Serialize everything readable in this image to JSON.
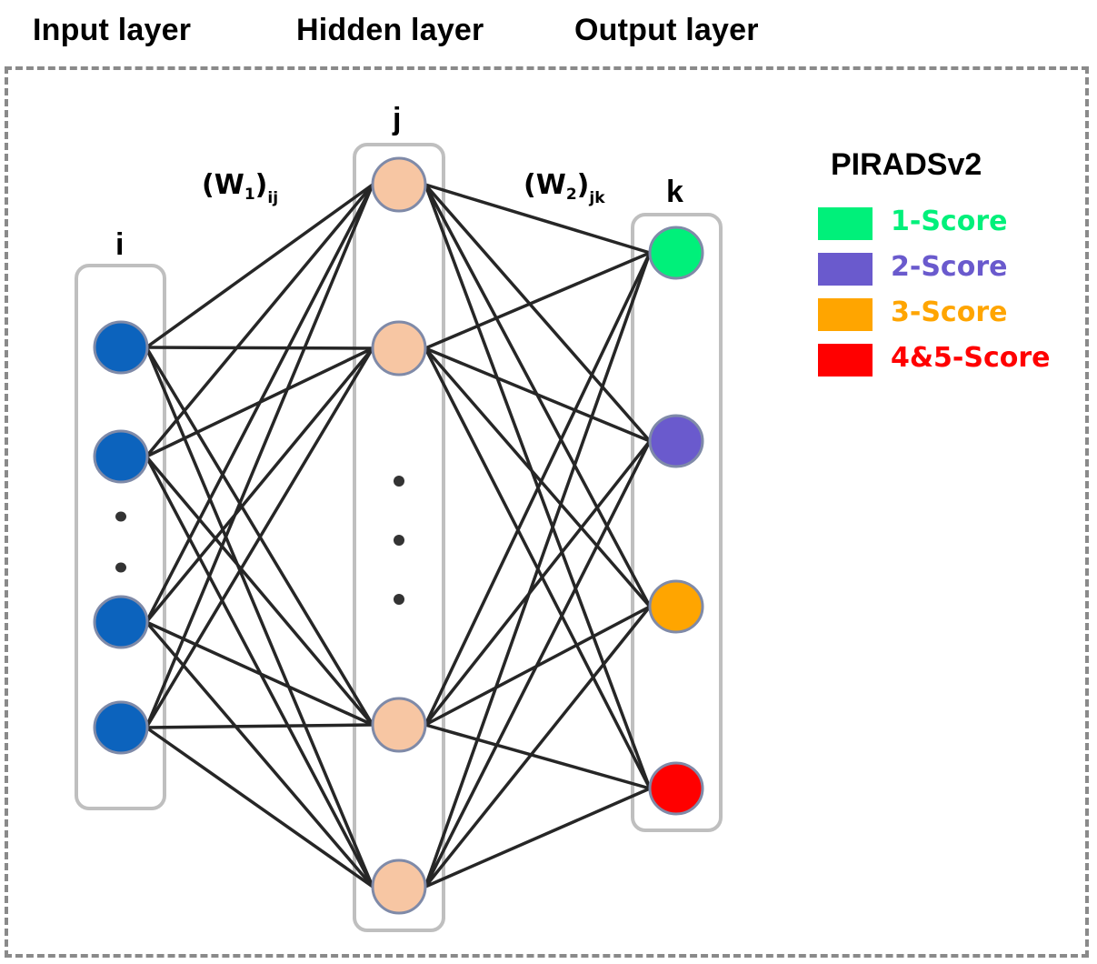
{
  "layers": {
    "input": {
      "title": "Input layer",
      "index": "i",
      "visible_nodes": 4,
      "has_ellipsis": true
    },
    "hidden": {
      "title": "Hidden layer",
      "index": "j",
      "visible_nodes": 4,
      "has_ellipsis": true
    },
    "output": {
      "title": "Output layer",
      "index": "k",
      "visible_nodes": 4,
      "has_ellipsis": false
    }
  },
  "weights": {
    "w1": {
      "base": "(W",
      "subscript_num": "1",
      "close": ")",
      "indices": "ij"
    },
    "w2": {
      "base": "(W",
      "subscript_num": "2",
      "close": ")",
      "indices": "jk"
    }
  },
  "colors": {
    "input_node": "#0c63bd",
    "hidden_node": "#f7c6a3",
    "node_border": "#7f8aa8",
    "edge": "#262626",
    "group_box": "#bfbfbf",
    "outer_frame": "#8a8a8a"
  },
  "legend": {
    "title": "PIRADSv2",
    "items": [
      {
        "label": "1-Score",
        "color": "#00f07a"
      },
      {
        "label": "2-Score",
        "color": "#6a5acd"
      },
      {
        "label": "3-Score",
        "color": "#ffa500"
      },
      {
        "label": "4&5-Score",
        "color": "#ff0000"
      }
    ]
  }
}
